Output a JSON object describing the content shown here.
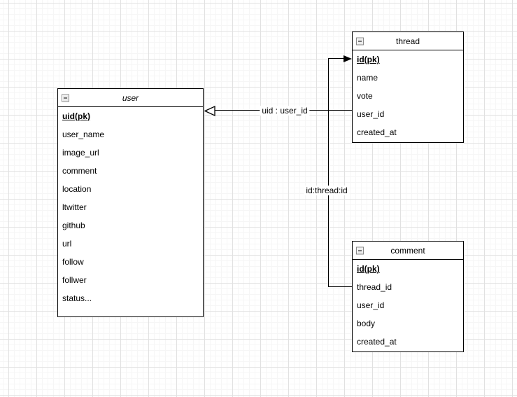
{
  "canvas": {
    "background_color": "#ffffff",
    "grid_minor_color": "#f6f6f6",
    "grid_major_color": "#e1e1e1",
    "line_color": "#000000"
  },
  "tables": {
    "user": {
      "title": "user",
      "primary_key": "uid(pk)",
      "fields": [
        "uid(pk)",
        "user_name",
        "image_url",
        "comment",
        "location",
        "ltwitter",
        "github",
        "url",
        "follow",
        "follwer",
        "status..."
      ]
    },
    "thread": {
      "title": "thread",
      "primary_key": "id(pk)",
      "fields": [
        "id(pk)",
        "name",
        "vote",
        "user_id",
        "created_at"
      ]
    },
    "comment": {
      "title": "comment",
      "primary_key": "id(pk)",
      "fields": [
        "id(pk)",
        "thread_id",
        "user_id",
        "body",
        "created_at"
      ]
    }
  },
  "connectors": {
    "thread_to_user": {
      "label": "uid : user_id",
      "arrow": "open-triangle",
      "from": "thread.user_id",
      "to": "user.uid(pk)"
    },
    "comment_to_thread": {
      "label": "id:thread:id",
      "arrow": "filled-triangle",
      "from": "comment.thread_id",
      "to": "thread.id(pk)"
    }
  }
}
